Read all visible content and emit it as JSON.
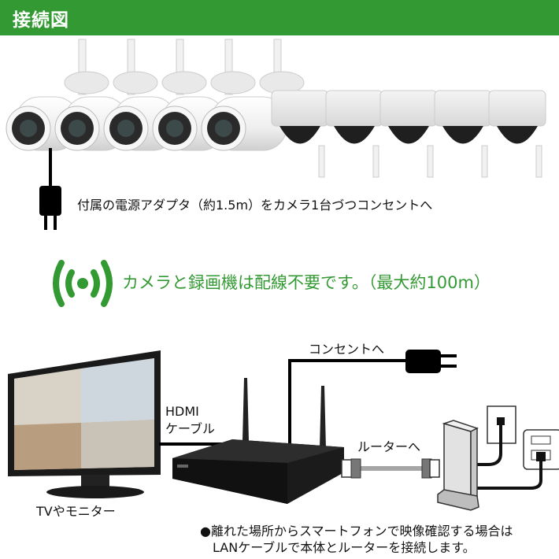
{
  "header": {
    "title": "接続図",
    "color": "#339933"
  },
  "cameras": {
    "bullet_count": 5,
    "dome_count": 5,
    "adapter_label": "付属の電源アダプタ（約1.5m）をカメラ1台づつコンセントへ"
  },
  "wireless": {
    "icon": "wireless-signal-icon",
    "label": "カメラと録画機は配線不要です。（最大約100m）",
    "color": "#339933"
  },
  "diagram": {
    "outlet_label": "コンセントへ",
    "hdmi_label_line1": "HDMI",
    "hdmi_label_line2": "ケーブル",
    "router_label": "ルーターへ",
    "tv_label": "TVやモニター",
    "note_line1": "●離れた場所からスマートフォンで映像確認する場合は",
    "note_line2": "LANケーブルで本体とルーターを接続します。"
  }
}
